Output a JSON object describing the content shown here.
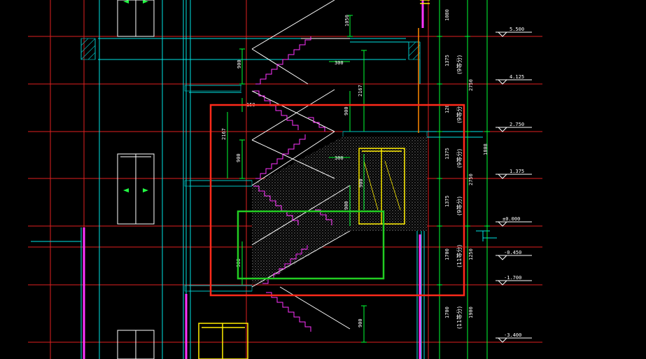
{
  "colors": {
    "background": "#000000",
    "level_line": "#e02020",
    "wall": "#00e5e5",
    "stair": "#ffffff",
    "stair_nosing": "#ff33ff",
    "dimension": "#00ff33",
    "window_yellow": "#ffee00",
    "highlight_red": "#ff2a1a",
    "highlight_green": "#22cc22",
    "hatch": "#bbbbbb",
    "slab_hatch": "#00b8b8"
  },
  "elevations": [
    {
      "id": "e5500",
      "label": "5.500"
    },
    {
      "id": "e4125",
      "label": "4.125"
    },
    {
      "id": "e2750",
      "label": "2.750"
    },
    {
      "id": "e1375",
      "label": "1.375"
    },
    {
      "id": "e0000",
      "label": "±0.000"
    },
    {
      "id": "em0450",
      "label": "-0.450"
    },
    {
      "id": "em1700",
      "label": "-1.700"
    },
    {
      "id": "em3400",
      "label": "-3.400"
    }
  ],
  "dimensions": {
    "d1050": "1050",
    "d900a": "900",
    "d300a": "300",
    "d2167a": "2167",
    "d150": "150",
    "d900b": "900",
    "d2167b": "2167",
    "d900c": "900",
    "d300b": "300",
    "d900d": "900",
    "d900e": "900",
    "d900f": "900",
    "d900g": "900",
    "r1080": "1080",
    "r1375a": "1375",
    "r2750a": "2750",
    "r120": "120",
    "r1375b": "1375",
    "r2750b": "2750",
    "r1375c": "1375",
    "r1808": "1808",
    "r1700": "1700",
    "r1250": "1250",
    "r1700b": "1700",
    "r1900": "1900"
  },
  "notes": {
    "n1": "(9等分)",
    "n2": "(9等分)",
    "n3": "(9等分)",
    "n4": "(9等分)",
    "n5": "(11等分)",
    "n6": "(11等分)"
  }
}
